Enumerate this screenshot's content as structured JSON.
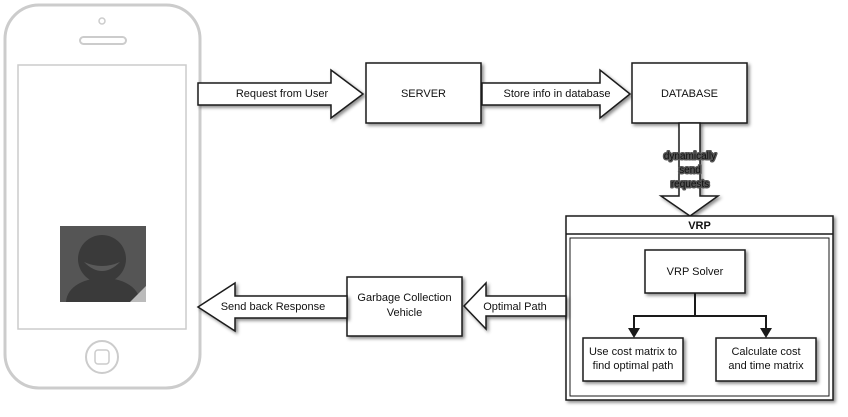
{
  "nodes": {
    "server": "SERVER",
    "database": "DATABASE",
    "vrp_title": "VRP",
    "vrp_solver": "VRP Solver",
    "cost_matrix_line1": "Use cost matrix to",
    "cost_matrix_line2": "find optimal path",
    "calc_line1": "Calculate cost",
    "calc_line2": "and time matrix",
    "vehicle_line1": "Garbage Collection",
    "vehicle_line2": "Vehicle"
  },
  "arrows": {
    "request": "Request from User",
    "store": "Store info in database",
    "dynamic_line1": "dynamically",
    "dynamic_line2": "send",
    "dynamic_line3": "requests",
    "optimal": "Optimal Path",
    "response": "Send back Response"
  },
  "icons": {
    "phone": "smartphone-icon",
    "avatar": "user-avatar-icon"
  },
  "colors": {
    "stroke": "#1a1a1a",
    "phone_border": "#cccccc",
    "avatar_bg": "#555555",
    "avatar_fg": "#3a3a3a"
  }
}
